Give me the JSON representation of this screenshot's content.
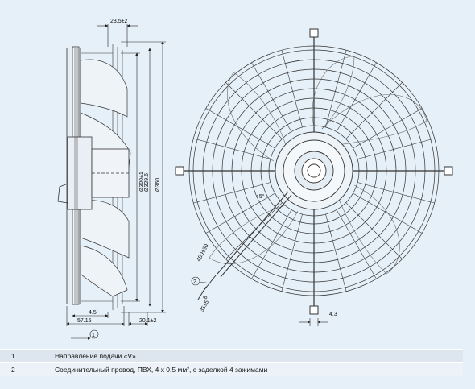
{
  "dimensions": {
    "top_depth": "23.5±2",
    "diam_1": "Ø300±1",
    "diam_2": "Ø329.6",
    "diam_3": "Ø360",
    "bottom_left_small": "4.5",
    "bottom_left_large": "57.15",
    "bottom_right": "20.1±2",
    "callout_1": "1",
    "angle": "45°",
    "cable_length": "450±30",
    "callout_2": "2",
    "strip_len": "8",
    "strip_len_2": "35±5",
    "slot_width": "4.3"
  },
  "legend": [
    {
      "num": "1",
      "text": "Направление подачи «V»"
    },
    {
      "num": "2",
      "text": "Соединительный провод, ПВХ, 4 x 0,5 мм², с заделкой 4 зажимами"
    }
  ]
}
